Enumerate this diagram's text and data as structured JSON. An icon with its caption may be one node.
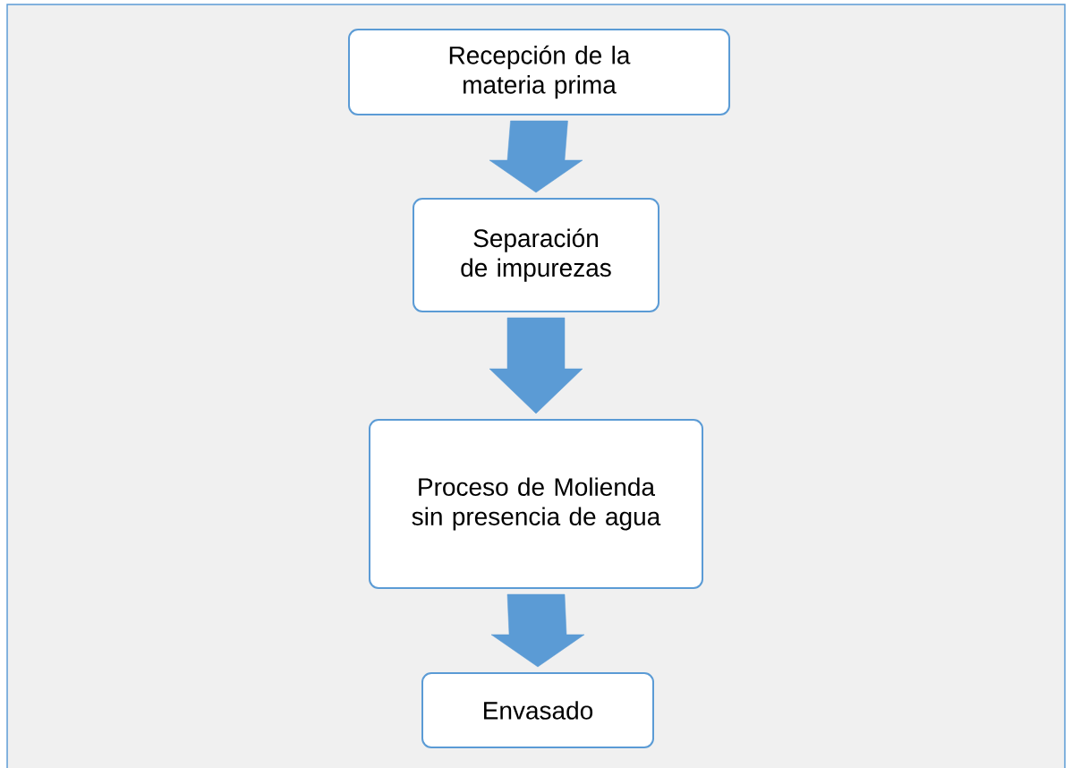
{
  "diagram": {
    "nodes": [
      {
        "text": [
          "Recepción de la materia prima"
        ]
      },
      {
        "text": [
          "Separación de impurezas"
        ]
      },
      {
        "text": [
          "Proceso de Molienda sin presencia de agua"
        ]
      },
      {
        "text": [
          "Envasado"
        ]
      }
    ],
    "edges": [
      {
        "from": 0,
        "to": 1,
        "arrow": "to"
      },
      {
        "from": 1,
        "to": 2,
        "arrow": "to"
      },
      {
        "from": 2,
        "to": 3,
        "arrow": "to"
      }
    ]
  }
}
